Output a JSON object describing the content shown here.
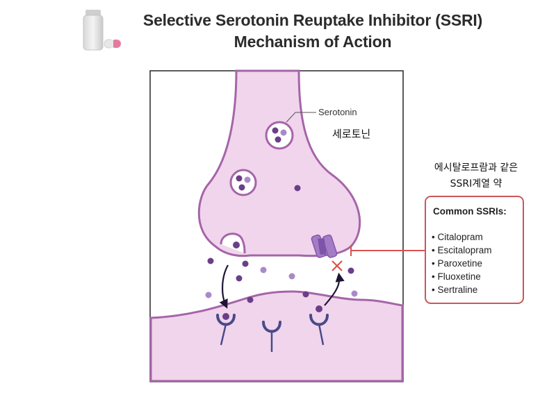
{
  "title": {
    "line1": "Selective Serotonin Reuptake Inhibitor (SSRI)",
    "line2": "Mechanism of Action"
  },
  "labels": {
    "serotonin": "Serotonin",
    "serotonin_ko": "세로토닌",
    "note_line1": "에시탈로프람과 같은",
    "note_line2": "SSRI계열 약"
  },
  "ssri_box": {
    "heading": "Common SSRIs:",
    "items": [
      "Citalopram",
      "Escitalopram",
      "Paroxetine",
      "Fluoxetine",
      "Sertraline"
    ],
    "bullet": "•"
  },
  "colors": {
    "neuron_fill": "#f0d5ec",
    "neuron_stroke": "#a565a8",
    "transporter": "#a57bc8",
    "molecule_dark": "#6b3f88",
    "molecule_light": "#a98ac7",
    "receptor": "#4a4a88",
    "inhibit_red": "#d9534f"
  },
  "icons": [
    "pill-bottle-icon",
    "capsule-icon",
    "inhibition-x-icon"
  ]
}
